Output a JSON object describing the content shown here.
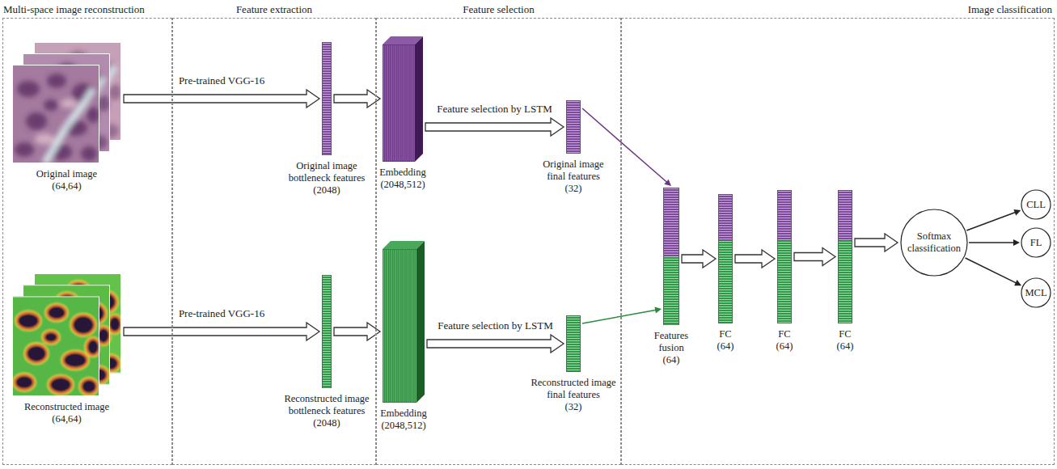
{
  "diagram": {
    "nodes": [
      {
        "text": [
          "Multi-space image reconstruction"
        ]
      },
      {
        "text": [
          "Feature extraction"
        ]
      },
      {
        "text": [
          "Feature selection"
        ]
      },
      {
        "text": [
          "Image classification"
        ]
      },
      {
        "text": [
          "Original image",
          "(64,64)"
        ],
        "in": 0
      },
      {
        "text": [
          "Reconstructed image",
          "(64,64)"
        ],
        "in": 0
      },
      {
        "text": [
          "Original image bottleneck features",
          "(2048)"
        ],
        "in": 1
      },
      {
        "text": [
          "Reconstructed image bottleneck features",
          "(2048)"
        ],
        "in": 1
      },
      {
        "text": [
          "Embedding",
          "(2048,512)"
        ],
        "in": 2
      },
      {
        "text": [
          "Embedding",
          "(2048,512)"
        ],
        "in": 2
      },
      {
        "text": [
          "Original image final features",
          "(32)"
        ],
        "in": 2
      },
      {
        "text": [
          "Reconstructed image final features",
          "(32)"
        ],
        "in": 2
      },
      {
        "text": [
          "Features fusion",
          "(64)"
        ],
        "in": 3
      },
      {
        "text": [
          "FC",
          "(64)"
        ],
        "in": 3
      },
      {
        "text": [
          "FC",
          "(64)"
        ],
        "in": 3
      },
      {
        "text": [
          "FC",
          "(64)"
        ],
        "in": 3
      },
      {
        "text": [
          "Softmax classification"
        ],
        "in": 3
      },
      {
        "text": [
          "CLL"
        ],
        "in": 3
      },
      {
        "text": [
          "FL"
        ],
        "in": 3
      },
      {
        "text": [
          "MCL"
        ],
        "in": 3
      }
    ],
    "edges": [
      {
        "from": 4,
        "to": 6,
        "arrow": "to",
        "label": "Pre-trained VGG-16"
      },
      {
        "from": 6,
        "to": 8,
        "arrow": "to"
      },
      {
        "from": 8,
        "to": 10,
        "arrow": "to",
        "label": "Feature selection by LSTM"
      },
      {
        "from": 5,
        "to": 7,
        "arrow": "to",
        "label": "Pre-trained VGG-16"
      },
      {
        "from": 7,
        "to": 9,
        "arrow": "to"
      },
      {
        "from": 9,
        "to": 11,
        "arrow": "to",
        "label": "Feature selection by LSTM"
      },
      {
        "from": 10,
        "to": 12,
        "arrow": "to"
      },
      {
        "from": 11,
        "to": 12,
        "arrow": "to"
      },
      {
        "from": 12,
        "to": 13,
        "arrow": "to"
      },
      {
        "from": 13,
        "to": 14,
        "arrow": "to"
      },
      {
        "from": 14,
        "to": 15,
        "arrow": "to"
      },
      {
        "from": 15,
        "to": 16,
        "arrow": "to"
      },
      {
        "from": 16,
        "to": 17,
        "arrow": "to"
      },
      {
        "from": 16,
        "to": 18,
        "arrow": "to"
      },
      {
        "from": 16,
        "to": 19,
        "arrow": "to"
      }
    ]
  }
}
